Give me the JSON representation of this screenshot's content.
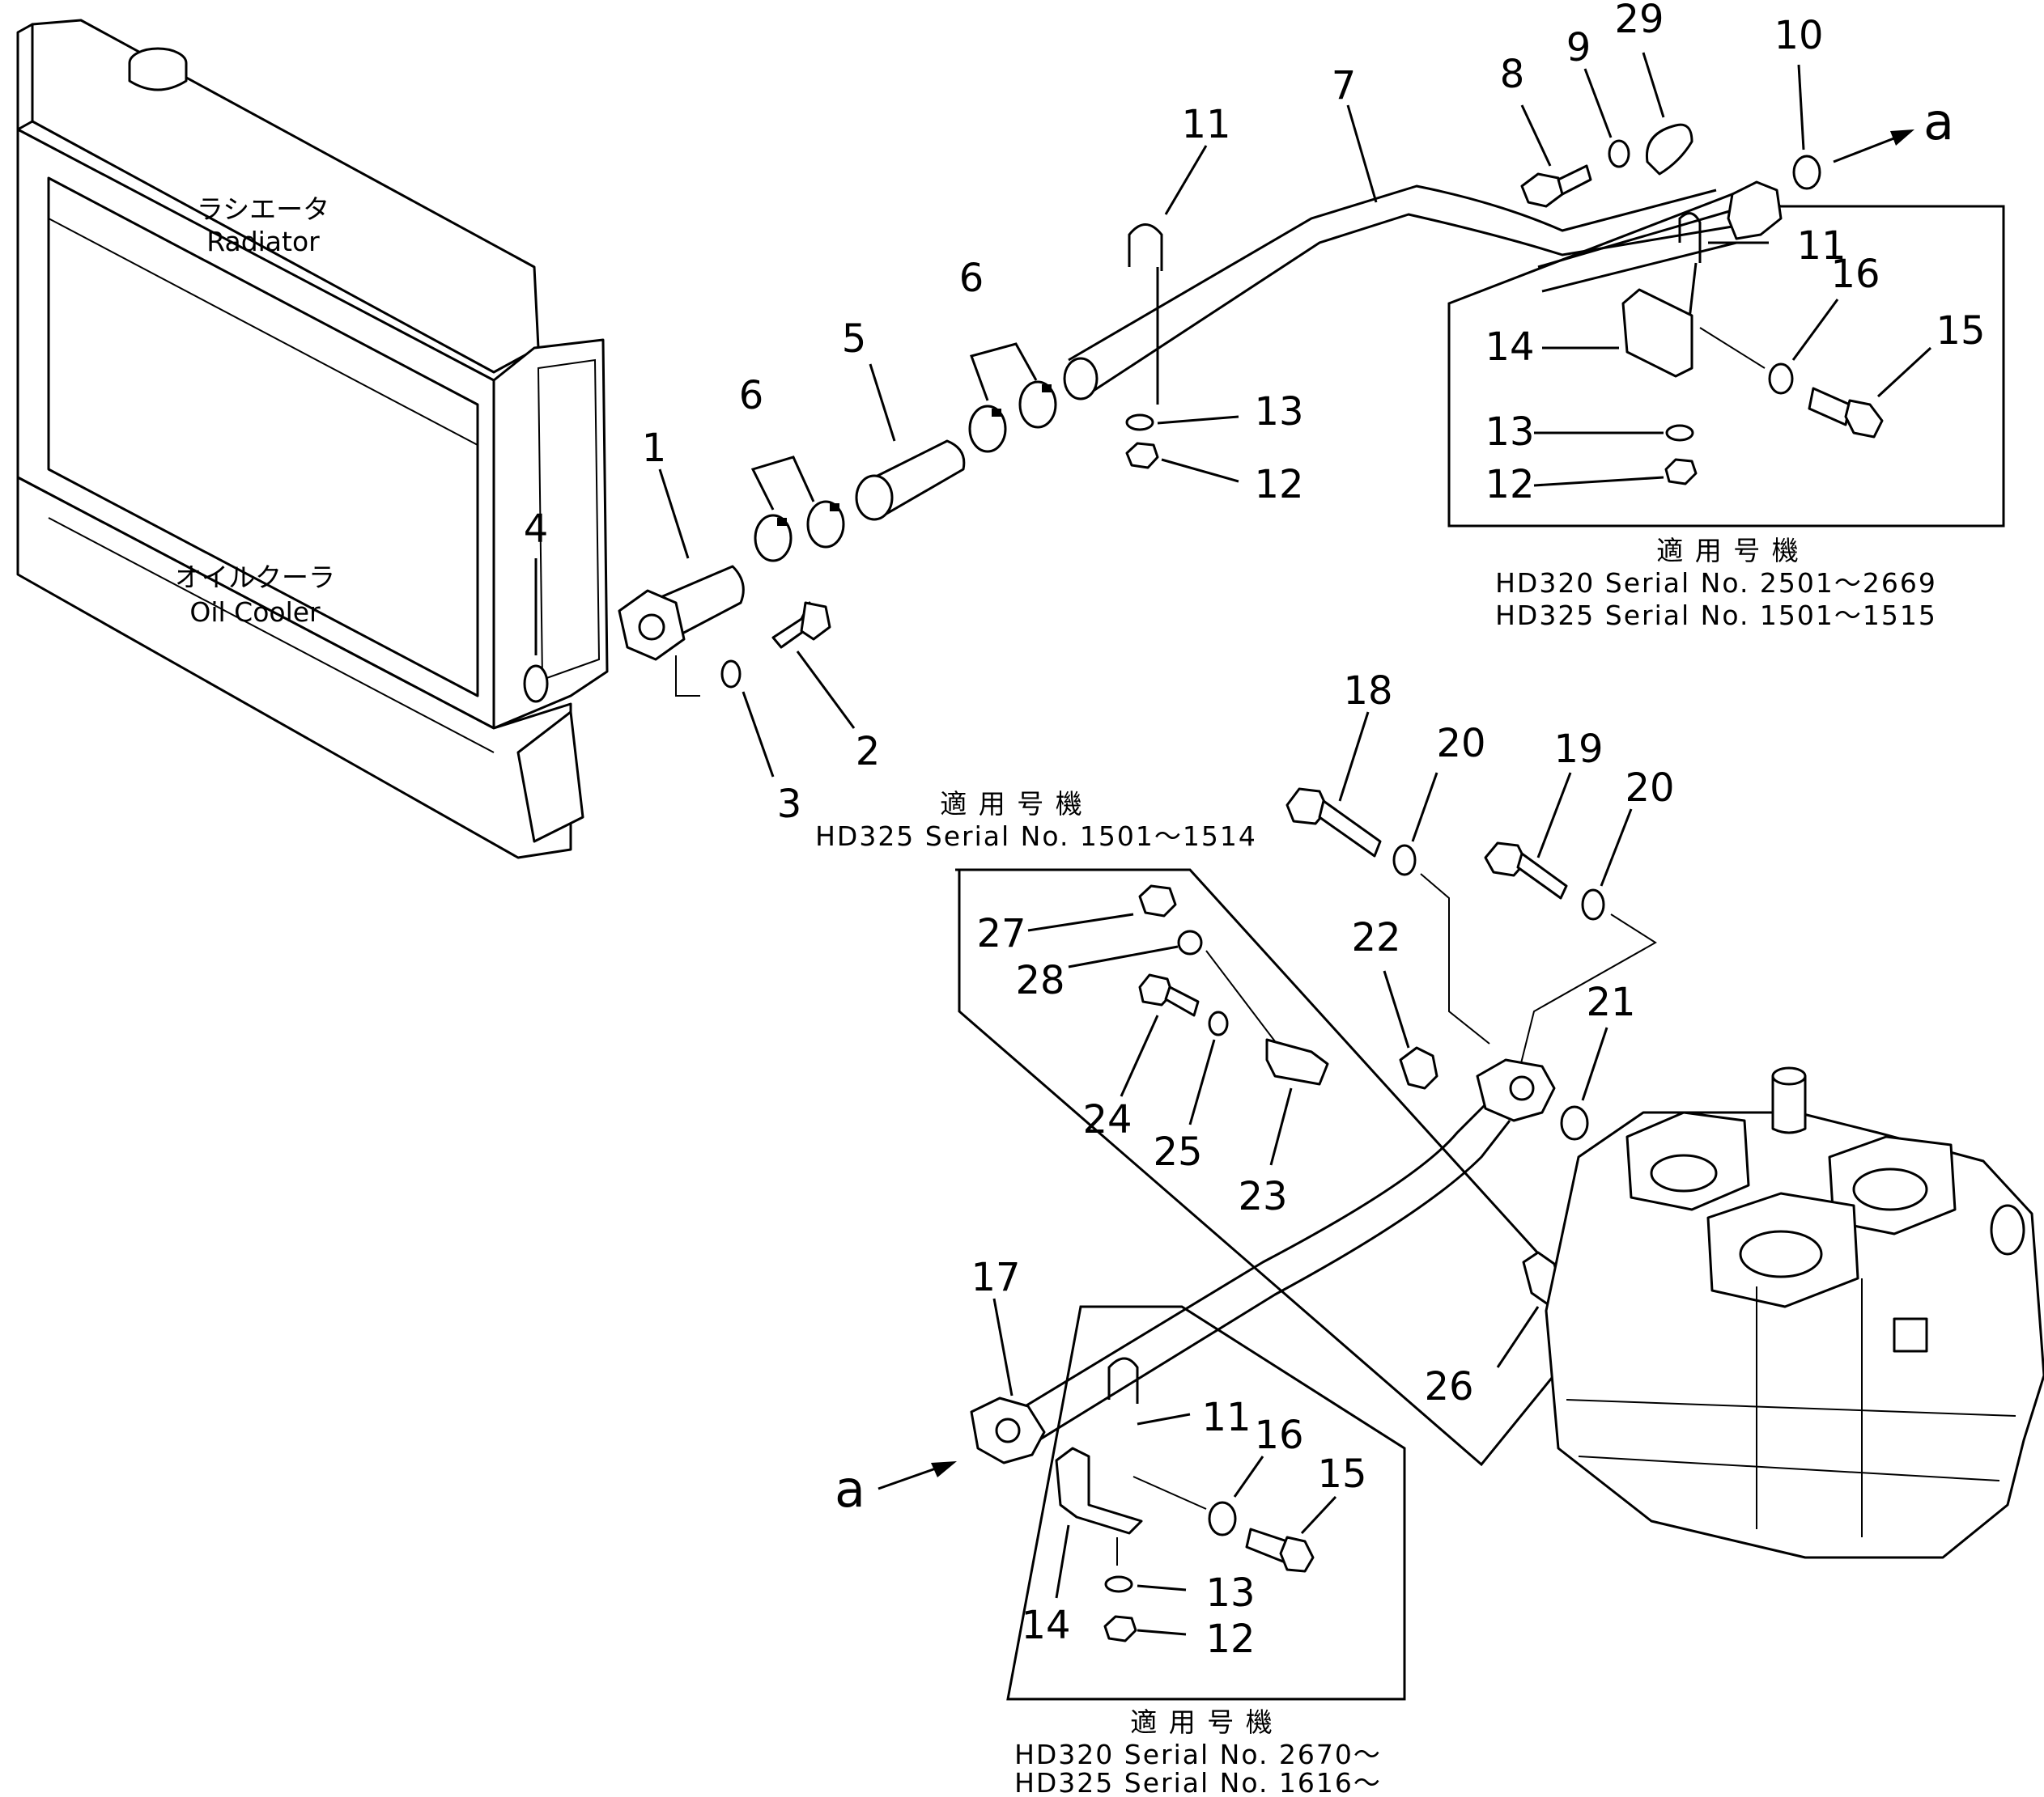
{
  "labels": {
    "radiator_jp": "ラシエータ",
    "radiator_en": "Radiator",
    "oil_cooler_jp": "オイルクーラ",
    "oil_cooler_en": "Oil Cooler",
    "arrow_a": "a"
  },
  "part_numbers": {
    "p1": "1",
    "p2": "2",
    "p3": "3",
    "p4": "4",
    "p5": "5",
    "p6": "6",
    "p7": "7",
    "p8": "8",
    "p9": "9",
    "p10": "10",
    "p11": "11",
    "p12": "12",
    "p13": "13",
    "p14": "14",
    "p15": "15",
    "p16": "16",
    "p17": "17",
    "p18": "18",
    "p19": "19",
    "p20": "20",
    "p21": "21",
    "p22": "22",
    "p23": "23",
    "p24": "24",
    "p25": "25",
    "p26": "26",
    "p27": "27",
    "p28": "28",
    "p29": "29"
  },
  "notes": {
    "top_right": {
      "heading": "適 用 号 機",
      "line1": "HD320  Serial  No. 2501～2669",
      "line2": "HD325  Serial  No. 1501～1515"
    },
    "middle": {
      "heading": "適 用 号 機",
      "line1": "HD325  Serial  No. 1501～1514"
    },
    "bottom": {
      "heading": "適 用 号 機",
      "line1": "HD320  Serial  No. 2670～",
      "line2": "HD325  Serial  No. 1616～"
    }
  }
}
